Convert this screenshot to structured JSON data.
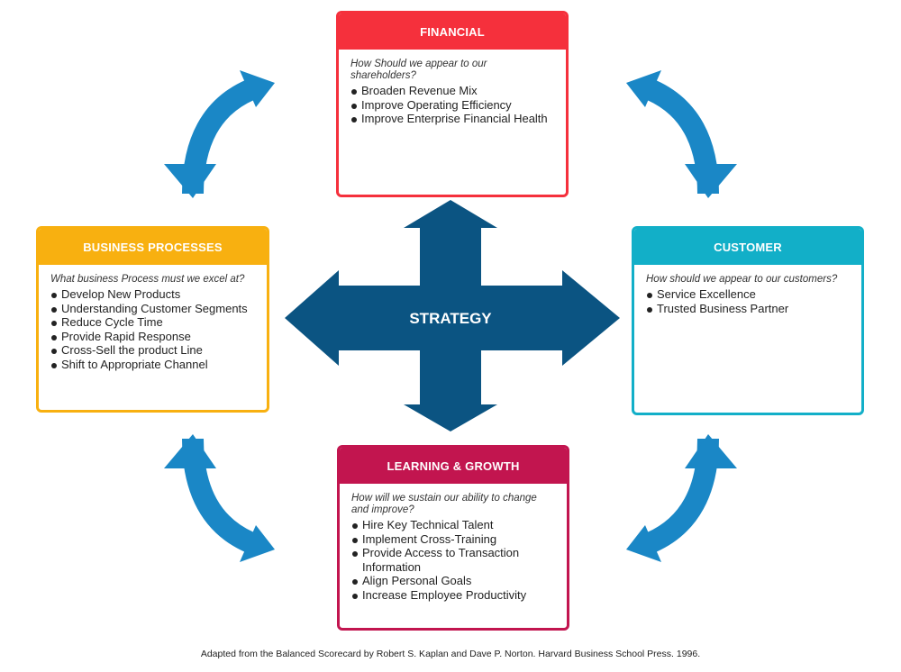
{
  "colors": {
    "financial": "#f5303c",
    "customer": "#12afc8",
    "business": "#f8b010",
    "learning": "#c2154f",
    "strategy_arrow": "#0b5482",
    "cycle_arrow": "#1a87c6"
  },
  "center": {
    "label": "STRATEGY"
  },
  "financial": {
    "title": "FINANCIAL",
    "question": "How Should we appear to our shareholders?",
    "items": [
      "Broaden Revenue Mix",
      "Improve Operating Efficiency",
      "Improve Enterprise Financial Health"
    ]
  },
  "customer": {
    "title": "CUSTOMER",
    "question": "How should we appear to our customers?",
    "items": [
      "Service Excellence",
      "Trusted Business Partner"
    ]
  },
  "business": {
    "title": "BUSINESS PROCESSES",
    "question": "What business Process must we excel at?",
    "items": [
      "Develop New Products",
      "Understanding Customer Segments",
      "Reduce Cycle Time",
      "Provide Rapid Response",
      "Cross-Sell the product Line",
      "Shift to Appropriate Channel"
    ]
  },
  "learning": {
    "title": "LEARNING & GROWTH",
    "question": "How will we sustain our ability to change and improve?",
    "items": [
      "Hire Key Technical Talent",
      "Implement Cross-Training",
      "Provide Access to Transaction Information",
      "Align Personal Goals",
      "Increase Employee Productivity"
    ]
  },
  "caption": "Adapted from the Balanced Scorecard by Robert S. Kaplan and Dave P. Norton. Harvard Business School Press. 1996."
}
